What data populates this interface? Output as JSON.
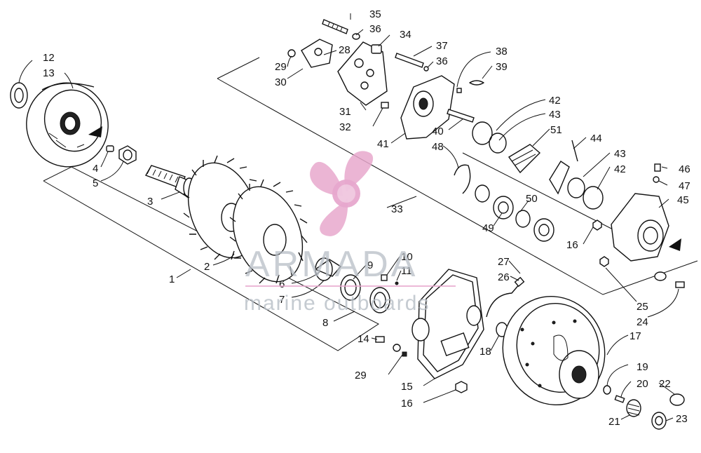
{
  "watermark": {
    "brand": "ARMADA",
    "tagline": "marine outboards",
    "logo_color": "#e7a8cd",
    "text_color": "#b7bec6",
    "logo_icon": "propeller-icon"
  },
  "callouts": [
    {
      "id": "c35",
      "text": "35"
    },
    {
      "id": "c36a",
      "text": "36"
    },
    {
      "id": "c34",
      "text": "34"
    },
    {
      "id": "c28",
      "text": "28"
    },
    {
      "id": "c29a",
      "text": "29"
    },
    {
      "id": "c30",
      "text": "30"
    },
    {
      "id": "c37",
      "text": "37"
    },
    {
      "id": "c36b",
      "text": "36"
    },
    {
      "id": "c38",
      "text": "38"
    },
    {
      "id": "c39",
      "text": "39"
    },
    {
      "id": "c31",
      "text": "31"
    },
    {
      "id": "c32",
      "text": "32"
    },
    {
      "id": "c42a",
      "text": "42"
    },
    {
      "id": "c43a",
      "text": "43"
    },
    {
      "id": "c40",
      "text": "40"
    },
    {
      "id": "c51",
      "text": "51"
    },
    {
      "id": "c41",
      "text": "41"
    },
    {
      "id": "c48",
      "text": "48"
    },
    {
      "id": "c44",
      "text": "44"
    },
    {
      "id": "c43b",
      "text": "43"
    },
    {
      "id": "c42b",
      "text": "42"
    },
    {
      "id": "c46",
      "text": "46"
    },
    {
      "id": "c47",
      "text": "47"
    },
    {
      "id": "c45",
      "text": "45"
    },
    {
      "id": "c12",
      "text": "12"
    },
    {
      "id": "c13",
      "text": "13"
    },
    {
      "id": "c4",
      "text": "4"
    },
    {
      "id": "c5",
      "text": "5"
    },
    {
      "id": "c3",
      "text": "3"
    },
    {
      "id": "c33",
      "text": "33"
    },
    {
      "id": "c50",
      "text": "50"
    },
    {
      "id": "c49",
      "text": "49"
    },
    {
      "id": "c16a",
      "text": "16"
    },
    {
      "id": "c2",
      "text": "2"
    },
    {
      "id": "c1",
      "text": "1"
    },
    {
      "id": "c10",
      "text": "10"
    },
    {
      "id": "c9",
      "text": "9"
    },
    {
      "id": "c11",
      "text": "11"
    },
    {
      "id": "c6",
      "text": "6"
    },
    {
      "id": "c7",
      "text": "7"
    },
    {
      "id": "c8",
      "text": "8"
    },
    {
      "id": "c27",
      "text": "27"
    },
    {
      "id": "c26",
      "text": "26"
    },
    {
      "id": "c25",
      "text": "25"
    },
    {
      "id": "c24",
      "text": "24"
    },
    {
      "id": "c17",
      "text": "17"
    },
    {
      "id": "c18",
      "text": "18"
    },
    {
      "id": "c14",
      "text": "14"
    },
    {
      "id": "c29b",
      "text": "29"
    },
    {
      "id": "c15",
      "text": "15"
    },
    {
      "id": "c16b",
      "text": "16"
    },
    {
      "id": "c19",
      "text": "19"
    },
    {
      "id": "c20",
      "text": "20"
    },
    {
      "id": "c22",
      "text": "22"
    },
    {
      "id": "c21",
      "text": "21"
    },
    {
      "id": "c23",
      "text": "23"
    }
  ]
}
